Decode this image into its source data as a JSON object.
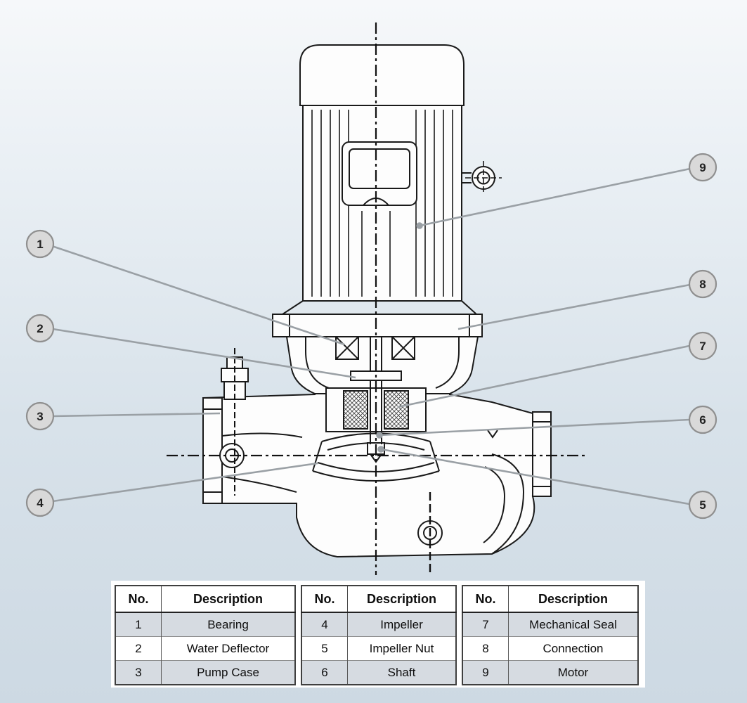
{
  "callouts": [
    {
      "label": "1"
    },
    {
      "label": "2"
    },
    {
      "label": "3"
    },
    {
      "label": "4"
    },
    {
      "label": "5"
    },
    {
      "label": "6"
    },
    {
      "label": "7"
    },
    {
      "label": "8"
    },
    {
      "label": "9"
    }
  ],
  "tables": [
    {
      "headers": [
        "No.",
        "Description"
      ],
      "rows": [
        [
          "1",
          "Bearing"
        ],
        [
          "2",
          "Water Deflector"
        ],
        [
          "3",
          "Pump Case"
        ]
      ]
    },
    {
      "headers": [
        "No.",
        "Description"
      ],
      "rows": [
        [
          "4",
          "Impeller"
        ],
        [
          "5",
          "Impeller Nut"
        ],
        [
          "6",
          "Shaft"
        ]
      ]
    },
    {
      "headers": [
        "No.",
        "Description"
      ],
      "rows": [
        [
          "7",
          "Mechanical Seal"
        ],
        [
          "8",
          "Connection"
        ],
        [
          "9",
          "Motor"
        ]
      ]
    }
  ],
  "colors": {
    "background_top": "#f6f8fa",
    "background_bottom": "#cdd9e3",
    "drawing_line": "#1a1a1a",
    "leader_line": "#9aa0a5",
    "callout_fill": "#d9d9d9",
    "callout_border": "#8f8f8f",
    "table_alt_row": "#d6dbe1"
  }
}
